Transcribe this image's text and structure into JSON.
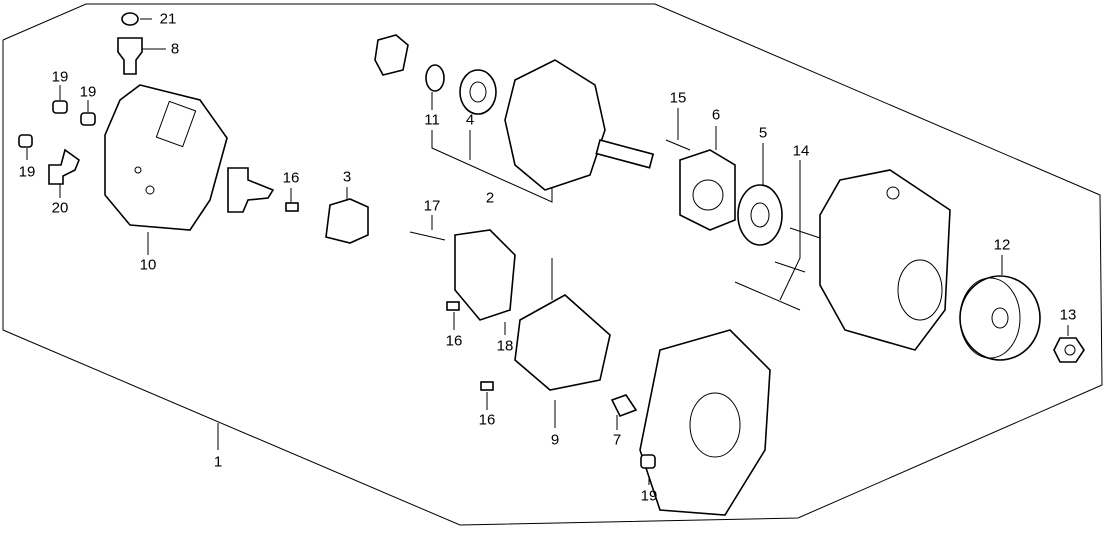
{
  "diagram": {
    "title_part": "1",
    "callouts": [
      {
        "id": "c21",
        "text": "21"
      },
      {
        "id": "c8",
        "text": "8"
      },
      {
        "id": "c19a",
        "text": "19"
      },
      {
        "id": "c19b",
        "text": "19"
      },
      {
        "id": "c19c",
        "text": "19"
      },
      {
        "id": "c20",
        "text": "20"
      },
      {
        "id": "c10",
        "text": "10"
      },
      {
        "id": "c16a",
        "text": "16"
      },
      {
        "id": "c3",
        "text": "3"
      },
      {
        "id": "c11",
        "text": "11"
      },
      {
        "id": "c4",
        "text": "4"
      },
      {
        "id": "c2",
        "text": "2"
      },
      {
        "id": "c15",
        "text": "15"
      },
      {
        "id": "c6",
        "text": "6"
      },
      {
        "id": "c5",
        "text": "5"
      },
      {
        "id": "c14",
        "text": "14"
      },
      {
        "id": "c17",
        "text": "17"
      },
      {
        "id": "c12",
        "text": "12"
      },
      {
        "id": "c13",
        "text": "13"
      },
      {
        "id": "c16b",
        "text": "16"
      },
      {
        "id": "c18",
        "text": "18"
      },
      {
        "id": "c16c",
        "text": "16"
      },
      {
        "id": "c9",
        "text": "9"
      },
      {
        "id": "c7",
        "text": "7"
      },
      {
        "id": "c19d",
        "text": "19"
      },
      {
        "id": "c1",
        "text": "1"
      }
    ]
  }
}
